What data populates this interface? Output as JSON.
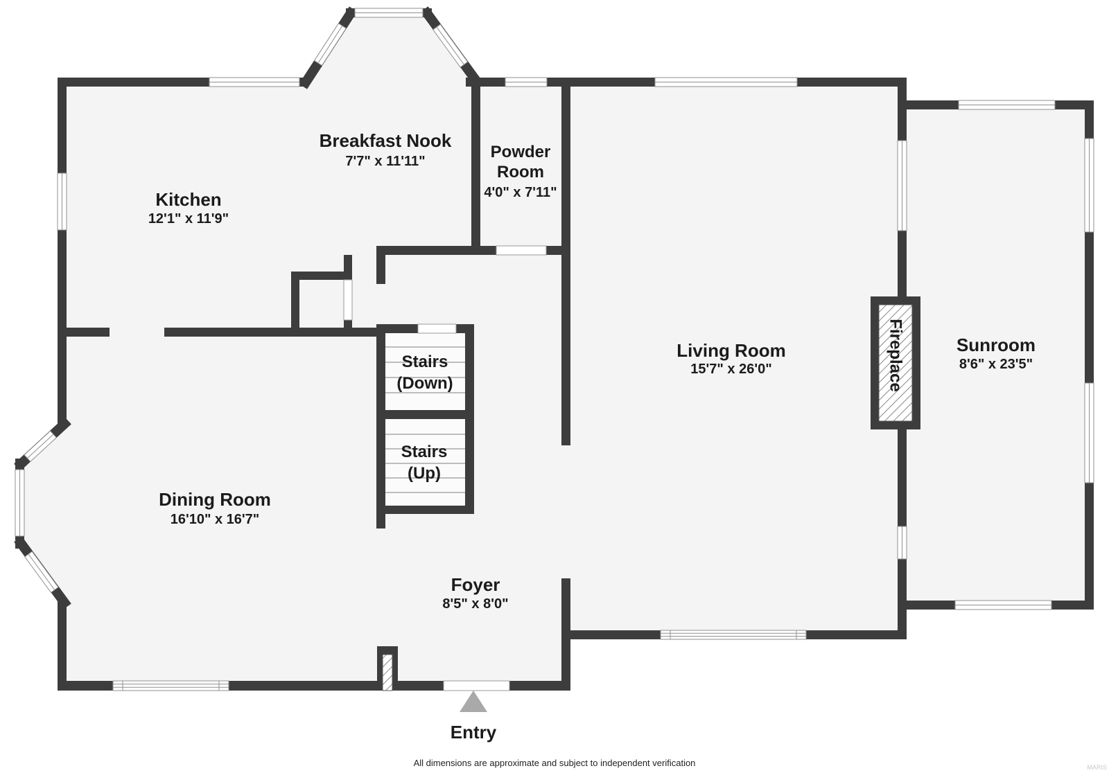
{
  "floorplan": {
    "rooms": {
      "kitchen": {
        "name": "Kitchen",
        "dims": "12'1\" x 11'9\""
      },
      "breakfast_nook": {
        "name": "Breakfast Nook",
        "dims": "7'7\" x 11'11\""
      },
      "powder_room": {
        "name_line1": "Powder",
        "name_line2": "Room",
        "dims": "4'0\" x 7'11\""
      },
      "living_room": {
        "name": "Living Room",
        "dims": "15'7\" x 26'0\""
      },
      "sunroom": {
        "name": "Sunroom",
        "dims": "8'6\" x 23'5\""
      },
      "dining_room": {
        "name": "Dining Room",
        "dims": "16'10\" x 16'7\""
      },
      "foyer": {
        "name": "Foyer",
        "dims": "8'5\" x 8'0\""
      }
    },
    "stairs_down": {
      "line1": "Stairs",
      "line2": "(Down)"
    },
    "stairs_up": {
      "line1": "Stairs",
      "line2": "(Up)"
    },
    "fireplace": {
      "label": "Fireplace"
    },
    "entry": {
      "label": "Entry"
    },
    "footer": {
      "disclaimer": "All dimensions are approximate and subject to independent verification",
      "watermark": "MARIS"
    },
    "colors": {
      "wall": "#3d3d3d",
      "room_fill": "#f4f4f4",
      "stairwell_fill": "#fbfbfb",
      "tread": "#bdbdbd",
      "entry_arrow": "#a9a9a9",
      "text": "#1b1b1b",
      "watermark": "#c9c9c9"
    }
  }
}
